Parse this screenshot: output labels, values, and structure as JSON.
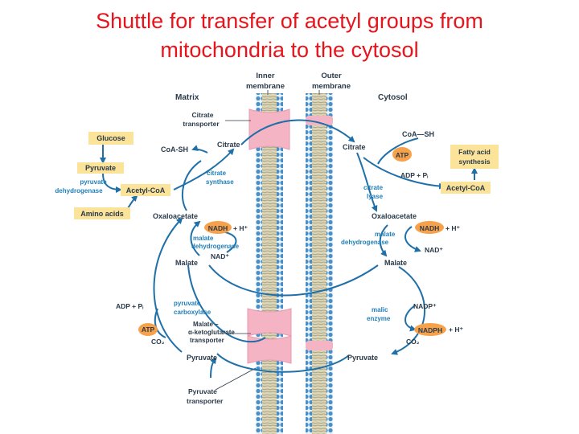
{
  "title_line1": "Shuttle for transfer of acetyl groups from",
  "title_line2": "mitochondria to the cytosol",
  "headers": {
    "inner_1": "Inner",
    "inner_2": "membrane",
    "outer_1": "Outer",
    "outer_2": "membrane",
    "matrix": "Matrix",
    "cytosol": "Cytosol"
  },
  "transporters": {
    "citrate_1": "Citrate",
    "citrate_2": "transporter",
    "malate_1": "Malate –",
    "malate_2": "α-ketoglutarate",
    "malate_3": "transporter",
    "pyruvate_1": "Pyruvate",
    "pyruvate_2": "transporter"
  },
  "matrix_labels": {
    "glucose": "Glucose",
    "pyruvate_box": "Pyruvate",
    "amino_acids": "Amino acids",
    "pdh_1": "pyruvate",
    "pdh_2": "dehydrogenase",
    "acetyl_coa": "Acetyl-CoA",
    "coa_sh": "CoA-SH",
    "citrate": "Citrate",
    "cs_1": "citrate",
    "cs_2": "synthase",
    "oxaloacetate": "Oxaloacetate",
    "nadh": "NADH",
    "h_plus": "+ H⁺",
    "mdh_1": "malate",
    "mdh_2": "dehydrogenase",
    "nad": "NAD⁺",
    "malate": "Malate",
    "adp_pi": "ADP + Pᵢ",
    "pc_1": "pyruvate",
    "pc_2": "carboxylase",
    "atp": "ATP",
    "co2": "CO₂",
    "pyruvate": "Pyruvate"
  },
  "cytosol_labels": {
    "coa_sh": "CoA—SH",
    "citrate": "Citrate",
    "atp": "ATP",
    "adp_pi": "ADP + Pᵢ",
    "fas_1": "Fatty acid",
    "fas_2": "synthesis",
    "cl_1": "citrate",
    "cl_2": "lyase",
    "acetyl_coa": "Acetyl-CoA",
    "oxaloacetate": "Oxaloacetate",
    "nadh": "NADH",
    "h_plus": "+ H⁺",
    "mdh_1": "malate",
    "mdh_2": "dehydrogenase",
    "nad": "NAD⁺",
    "malate": "Malate",
    "nadp": "NADP⁺",
    "me_1": "malic",
    "me_2": "enzyme",
    "nadph": "NADPH",
    "h_plus2": "+ H⁺",
    "co2": "CO₂",
    "pyruvate": "Pyruvate"
  },
  "colors": {
    "title": "#e8141c",
    "arrow": "#1f6fa8",
    "enzyme_text": "#1f7fb8",
    "label_text": "#2a3a4a",
    "yellow_box": "#fbe39a",
    "orange_oval": "#f7a24b",
    "transporter_pink": "#f4b4c4",
    "membrane_blue": "#4a90c8",
    "membrane_tan": "#d8d2b2"
  }
}
